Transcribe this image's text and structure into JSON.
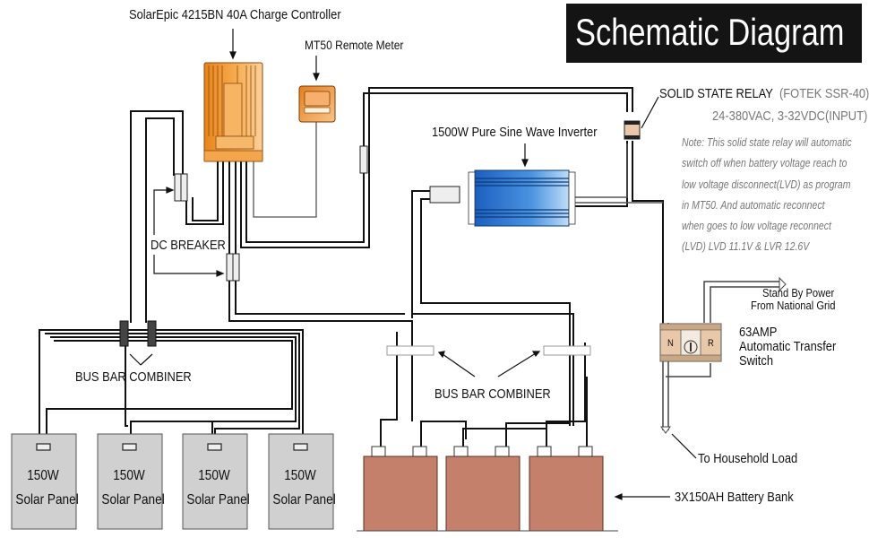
{
  "title": "Schematic Diagram",
  "labels": {
    "charge_controller": "SolarEpic 4215BN 40A Charge Controller",
    "remote_meter": "MT50 Remote Meter",
    "inverter": "1500W Pure Sine Wave Inverter",
    "dc_breaker": "DC BREAKER",
    "bus_bar_left": "BUS BAR COMBINER",
    "bus_bar_right": "BUS BAR COMBINER",
    "ssr_title": "SOLID STATE RELAY",
    "ssr_model": "(FOTEK SSR-40)",
    "ssr_spec": "24-380VAC, 3-32VDC(INPUT)",
    "standby_line1": "Stand By Power",
    "standby_line2": "From National Grid",
    "ats_line1": "63AMP",
    "ats_line2": "Automatic Transfer",
    "ats_line3": "Switch",
    "ats_n": "N",
    "ats_r": "R",
    "household": "To Household Load",
    "battery_bank": "3X150AH Battery Bank"
  },
  "note_lines": [
    "Note: This solid state relay will automatic",
    "switch off when battery voltage reach to",
    "low voltage disconnect(LVD) as program",
    "in MT50. And automatic reconnect",
    "when goes to low voltage reconnect",
    "(LVD)   LVD 11.1V & LVR 12.6V"
  ],
  "solar_panels": [
    {
      "power": "150W",
      "name": "Solar Panel"
    },
    {
      "power": "150W",
      "name": "Solar Panel"
    },
    {
      "power": "150W",
      "name": "Solar Panel"
    },
    {
      "power": "150W",
      "name": "Solar Panel"
    }
  ],
  "batteries": [
    "150AH",
    "150AH",
    "150AH"
  ],
  "colors": {
    "controller": "#F2992E",
    "inverter": "#2F78D0",
    "battery": "#C4806B",
    "panel": "#D0D0D0",
    "relay": "#E8C8A8",
    "title_bg": "#141414"
  }
}
